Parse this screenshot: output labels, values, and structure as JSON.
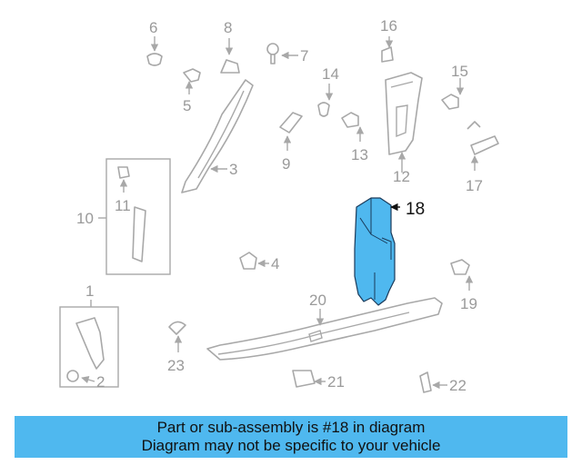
{
  "colors": {
    "highlight": "#4fb8ef",
    "part_stroke": "#a8a8a8",
    "label": "#9a9a9a"
  },
  "labels": {
    "l1": "1",
    "l2": "2",
    "l3": "3",
    "l4": "4",
    "l5": "5",
    "l6": "6",
    "l7": "7",
    "l8": "8",
    "l9": "9",
    "l10": "10",
    "l11": "11",
    "l12": "12",
    "l13": "13",
    "l14": "14",
    "l15": "15",
    "l16": "16",
    "l17": "17",
    "l18": "18",
    "l19": "19",
    "l20": "20",
    "l21": "21",
    "l22": "22",
    "l23": "23"
  },
  "footer": {
    "line1": "Part or sub-assembly is #18 in diagram",
    "line2": "Diagram may not be specific to your vehicle"
  }
}
